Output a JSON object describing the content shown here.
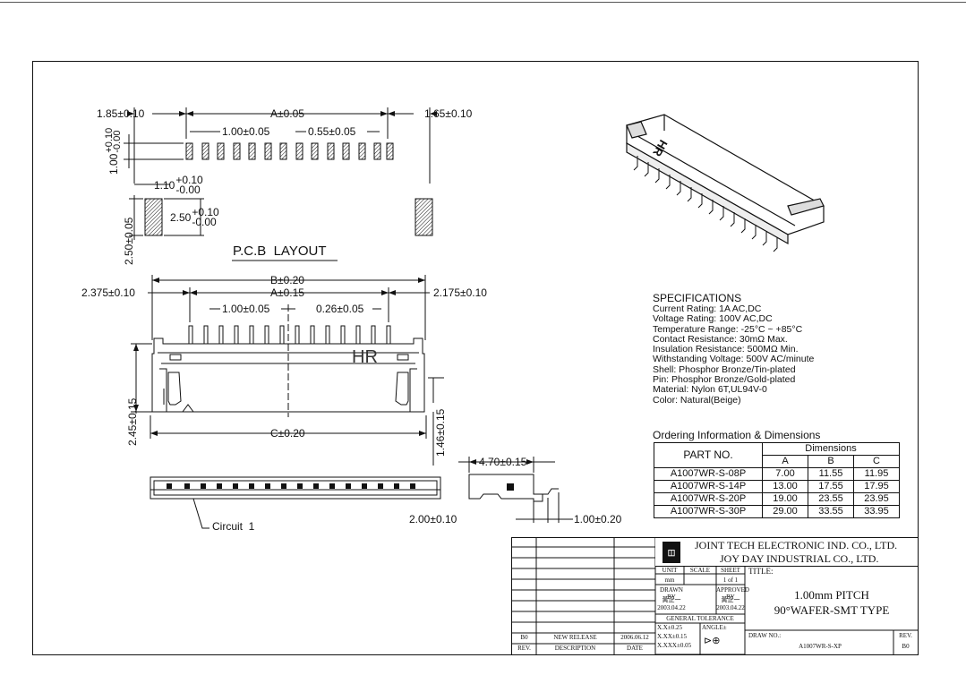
{
  "pcb": {
    "dim_left": "1.85±0.10",
    "dim_a": "A±0.05",
    "dim_right": "1.65±0.10",
    "dim_pitch": "1.00±0.05",
    "dim_width": "0.55±0.05",
    "dim_height_main": "1.00",
    "dim_height_tol_plus": "+0.10",
    "dim_height_tol_minus": "-0.00",
    "dim_offset_main": "1.10",
    "dim_offset_tol_plus": "+0.10",
    "dim_offset_tol_minus": "-0.00",
    "dim_pad_main": "2.50",
    "dim_pad_tol_plus": "+0.10",
    "dim_pad_tol_minus": "-0.00",
    "dim_pad_height": "2.50±0.05",
    "title": "P.C.B  LAYOUT"
  },
  "front": {
    "dim_b": "B±0.20",
    "dim_a": "A±0.15",
    "dim_left": "2.375±0.10",
    "dim_right": "2.175±0.10",
    "dim_pitch": "1.00±0.05",
    "dim_pin": "0.26±0.05",
    "dim_height": "2.45±0.15",
    "dim_c": "C±0.20",
    "dim_top": "1.46±0.15",
    "logo": "HR"
  },
  "bottom": {
    "circuit": "Circuit  1",
    "dim_side_width": "4.70±0.15",
    "dim_side_height": "2.00±0.10",
    "dim_side_foot": "1.00±0.20"
  },
  "iso": {
    "logo": "HR"
  },
  "specs": {
    "heading": "SPECIFICATIONS",
    "lines": [
      "Current Rating: 1A AC,DC",
      "Voltage Rating: 100V AC,DC",
      "Temperature Range: -25°C ~ +85°C",
      "Contact Resistance: 30mΩ Max.",
      "Insulation Resistance: 500MΩ Min.",
      "Withstanding Voltage: 500V AC/minute",
      "Shell: Phosphor Bronze/Tin-plated",
      "Pin: Phosphor Bronze/Gold-plated",
      "Material: Nylon 6T,UL94V-0",
      "Color: Natural(Beige)"
    ]
  },
  "ordering": {
    "heading": "Ordering Information & Dimensions",
    "part_header": "PART NO.",
    "dims_header": "Dimensions",
    "columns": [
      "A",
      "B",
      "C"
    ],
    "rows": [
      {
        "part": "A1007WR-S-08P",
        "a": "7.00",
        "b": "11.55",
        "c": "11.95"
      },
      {
        "part": "A1007WR-S-14P",
        "a": "13.00",
        "b": "17.55",
        "c": "17.95"
      },
      {
        "part": "A1007WR-S-20P",
        "a": "19.00",
        "b": "23.55",
        "c": "23.95"
      },
      {
        "part": "A1007WR-S-30P",
        "a": "29.00",
        "b": "33.55",
        "c": "33.95"
      }
    ]
  },
  "titleblock": {
    "company1": "JOINT TECH ELECTRONIC IND. CO., LTD.",
    "company2": "JOY DAY INDUSTRIAL CO., LTD.",
    "unit_label": "UNIT",
    "unit_value": "mm",
    "scale_label": "SCALE",
    "sheet_label": "SHEET",
    "sheet_value": "1 of 1",
    "title_label": "TITLE:",
    "title_line1": "1.00mm PITCH",
    "title_line2": "90°WAFER-SMT TYPE",
    "drawn_label": "DRAWN BY",
    "drawn_name": "黃正一",
    "drawn_date": "2003.04.22",
    "approved_label": "APPROVED BY",
    "approved_name": "黃正一",
    "approved_date": "2003.04.22",
    "tol_label": "GENERAL TOLERANCE",
    "tol1": "X.X±0.25",
    "tol2": "X.XX±0.15",
    "tol3": "X.XXX±0.05",
    "angle_label": "ANGLE±",
    "drawno_label": "DRAW NO.:",
    "drawno_value": "A1007WR-S-XP",
    "rev_label": "REV.",
    "rev_value": "B0",
    "rev_row_rev": "B0",
    "rev_row_desc": "NEW RELEASE",
    "rev_row_date": "2006.06.12",
    "hdr_rev": "REV.",
    "hdr_desc": "DESCRIPTION",
    "hdr_date": "DATE"
  }
}
